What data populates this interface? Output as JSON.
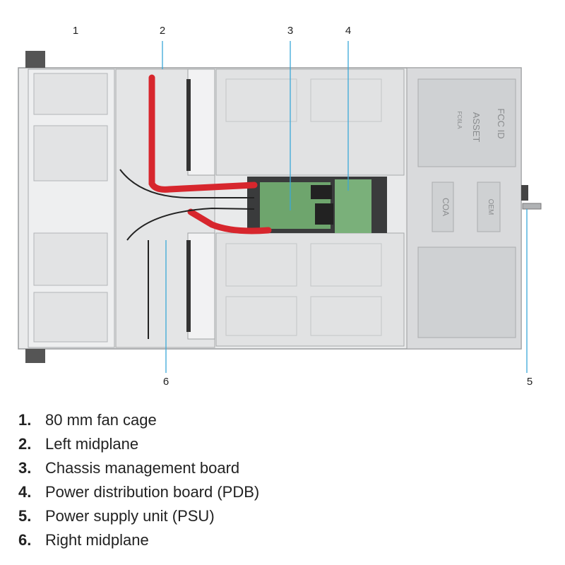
{
  "callouts": [
    {
      "num": "1"
    },
    {
      "num": "2"
    },
    {
      "num": "3"
    },
    {
      "num": "4"
    },
    {
      "num": "5"
    },
    {
      "num": "6"
    }
  ],
  "chassis_labels": {
    "psu_top_left": "ASSET",
    "psu_top_right": "FCC ID",
    "psu_mid_left": "COA",
    "psu_mid_right": "OEM",
    "psu_small": "FC6LA"
  },
  "legend": [
    {
      "num": "1.",
      "text": "80 mm fan cage"
    },
    {
      "num": "2.",
      "text": "Left midplane"
    },
    {
      "num": "3.",
      "text": "Chassis management board"
    },
    {
      "num": "4.",
      "text": "Power distribution board (PDB)"
    },
    {
      "num": "5.",
      "text": "Power supply unit (PSU)"
    },
    {
      "num": "6.",
      "text": "Right midplane"
    }
  ],
  "colors": {
    "chassis": "#e6e7e8",
    "panel": "#d5d7d9",
    "cable_red": "#d7262d",
    "board_green": "#6ea56d",
    "callout_line": "#3aa8d8"
  }
}
